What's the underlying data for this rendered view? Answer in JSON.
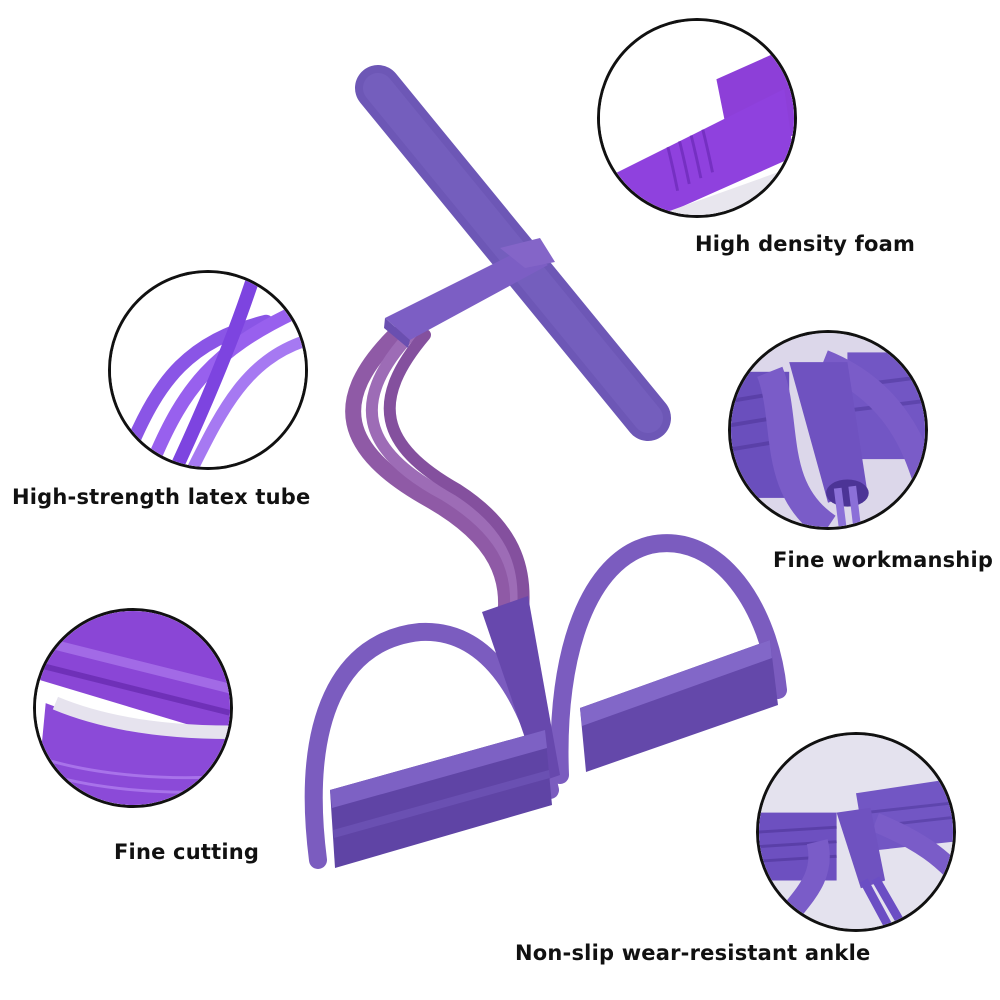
{
  "product": {
    "name": "pedal-resistance-band",
    "colors": {
      "foam": "#7a5cc0",
      "foam_dark": "#5f44a3",
      "tube": "#8a5aa8",
      "pedal": "#7656b8",
      "pedal_dark": "#5a3f9c",
      "highlight_purple": "#8c3fe0"
    }
  },
  "features": [
    {
      "id": "foam",
      "label": "High density foam"
    },
    {
      "id": "tube",
      "label": "High-strength latex tube"
    },
    {
      "id": "workmanship",
      "label": "Fine workmanship"
    },
    {
      "id": "cutting",
      "label": "Fine cutting"
    },
    {
      "id": "ankle",
      "label": "Non-slip wear-resistant ankle"
    }
  ]
}
